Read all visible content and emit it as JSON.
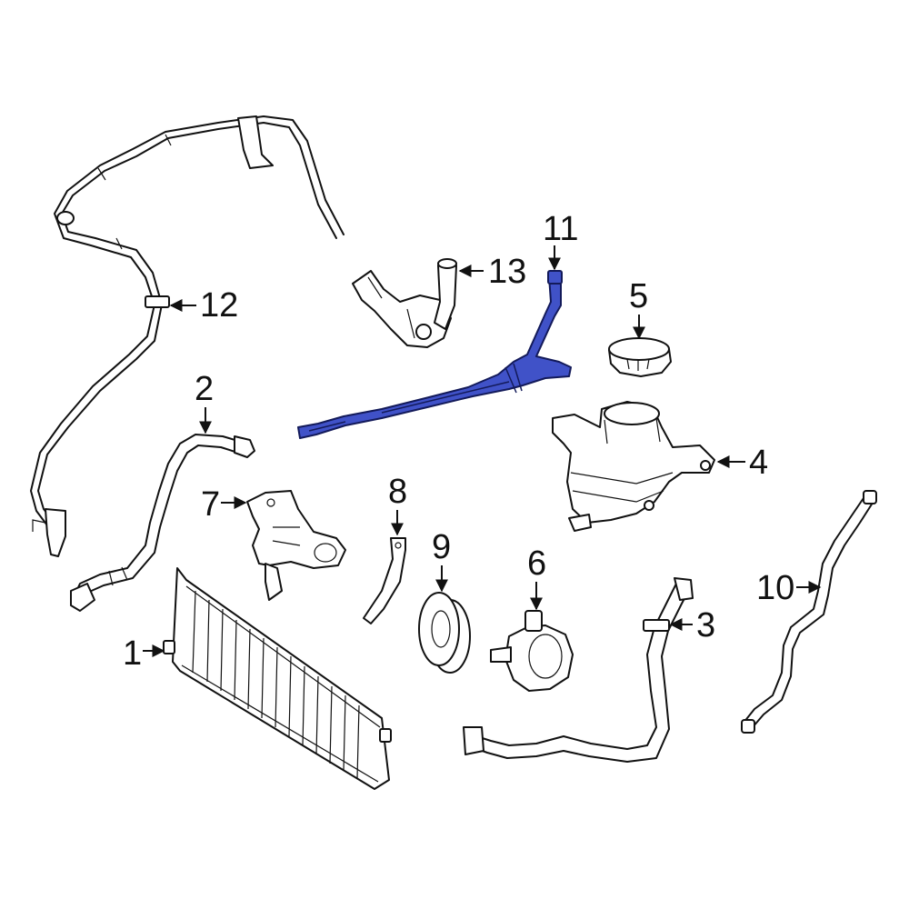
{
  "colors": {
    "background": "#ffffff",
    "line": "#111111",
    "highlight": "#4052c8",
    "highlight_outline": "#131a5a"
  },
  "highlighted_part": "11",
  "callouts": [
    {
      "id": "c1",
      "label": "1"
    },
    {
      "id": "c2",
      "label": "2"
    },
    {
      "id": "c3",
      "label": "3"
    },
    {
      "id": "c4",
      "label": "4"
    },
    {
      "id": "c5",
      "label": "5"
    },
    {
      "id": "c6",
      "label": "6"
    },
    {
      "id": "c7",
      "label": "7"
    },
    {
      "id": "c8",
      "label": "8"
    },
    {
      "id": "c9",
      "label": "9"
    },
    {
      "id": "c10",
      "label": "10"
    },
    {
      "id": "c11",
      "label": "11"
    },
    {
      "id": "c12",
      "label": "12"
    },
    {
      "id": "c13",
      "label": "13"
    }
  ]
}
